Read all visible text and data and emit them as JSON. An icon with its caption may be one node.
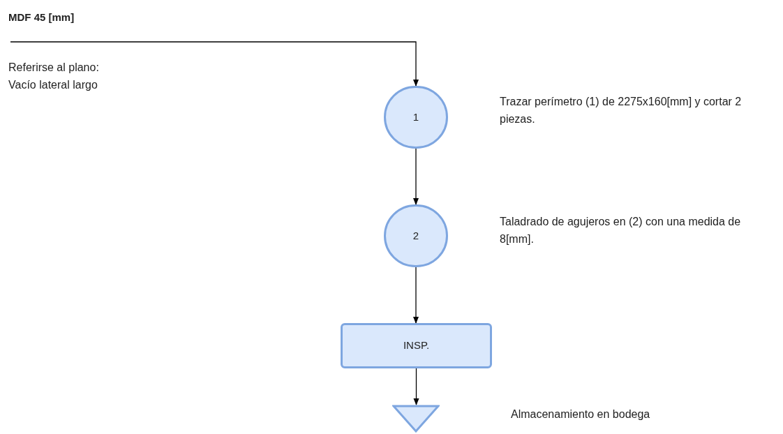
{
  "diagram": {
    "title": "MDF 45 [mm]",
    "nodes": [
      {
        "text": [
          "1"
        ]
      },
      {
        "text": [
          "2"
        ]
      },
      {
        "text": [
          "INSP."
        ]
      },
      {
        "text": [],
        "shape": "triangle"
      }
    ],
    "edges": [
      {
        "from": null,
        "to": 0,
        "arrow": "to"
      },
      {
        "from": 0,
        "to": 1,
        "arrow": "to"
      },
      {
        "from": 1,
        "to": 2,
        "arrow": "to"
      },
      {
        "from": 2,
        "to": 3,
        "arrow": "to"
      }
    ],
    "labels": [
      "Referirse al plano: Vacío lateral largo",
      "Trazar perímetro (1) de 2275x160[mm] y cortar 2 piezas.",
      "Taladrado de agujeros en (2) con una medida de 8[mm].",
      "Almacenamiento en bodega"
    ]
  }
}
